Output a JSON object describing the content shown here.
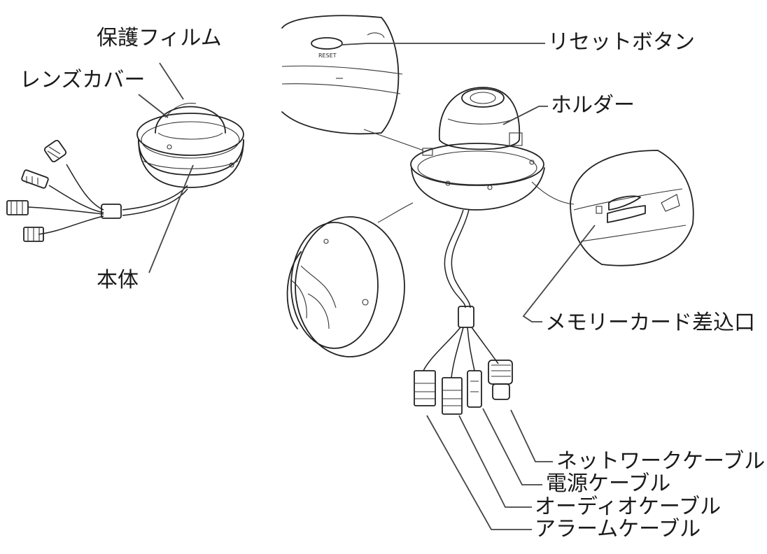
{
  "labels": {
    "protective_film": "保護フィルム",
    "lens_cover": "レンズカバー",
    "body": "本体",
    "reset_button": "リセットボタン",
    "holder": "ホルダー",
    "memory_card_slot": "メモリーカード差込口",
    "network_cable": "ネットワークケーブル",
    "power_cable": "電源ケーブル",
    "audio_cable": "オーディオケーブル",
    "alarm_cable": "アラームケーブル"
  },
  "inset_text": {
    "reset_engraving": "RESET"
  }
}
